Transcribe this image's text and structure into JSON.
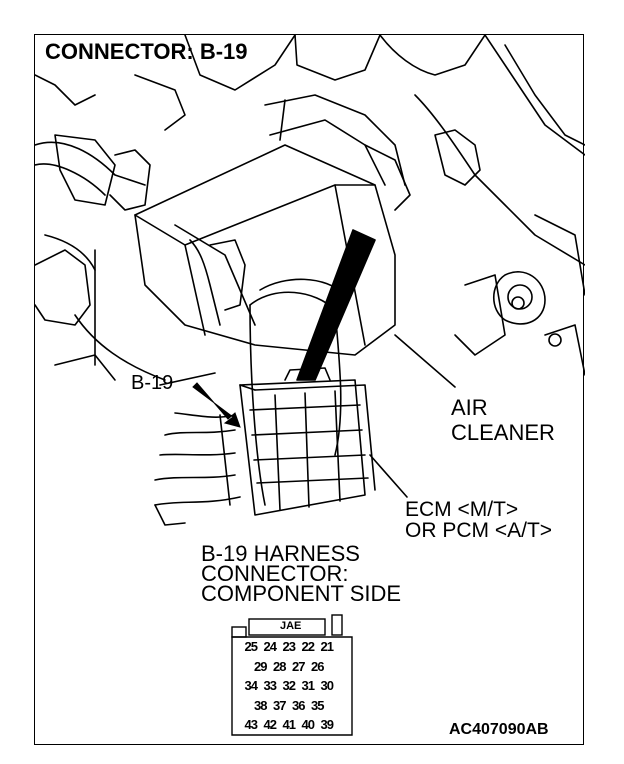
{
  "header": {
    "title": "CONNECTOR: B-19"
  },
  "callouts": {
    "connector": "B-19",
    "air_cleaner_line1": "AIR",
    "air_cleaner_line2": "CLEANER",
    "ecm_line1": "ECM <M/T>",
    "ecm_line2": "OR PCM <A/T>"
  },
  "harness": {
    "line1": "B-19 HARNESS",
    "line2": "CONNECTOR:",
    "line3": "COMPONENT SIDE",
    "type_label": "JAE",
    "pin_rows": [
      [
        "25",
        "24",
        "23",
        "22",
        "21"
      ],
      [
        "29",
        "28",
        "27",
        "26"
      ],
      [
        "34",
        "33",
        "32",
        "31",
        "30"
      ],
      [
        "38",
        "37",
        "36",
        "35"
      ],
      [
        "43",
        "42",
        "41",
        "40",
        "39"
      ]
    ]
  },
  "figure_id": "AC407090AB"
}
